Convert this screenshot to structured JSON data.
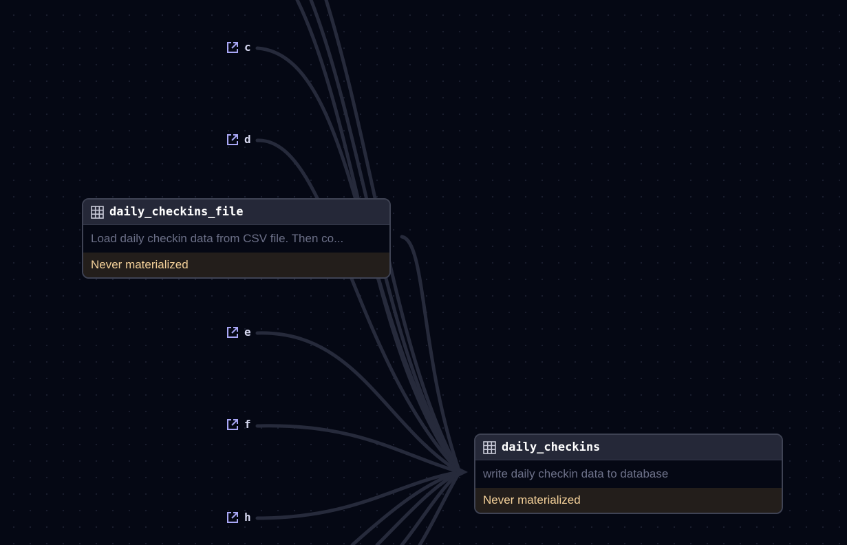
{
  "external_assets": [
    {
      "label": "c",
      "icon": "open-external-icon"
    },
    {
      "label": "d",
      "icon": "open-external-icon"
    },
    {
      "label": "e",
      "icon": "open-external-icon"
    },
    {
      "label": "f",
      "icon": "open-external-icon"
    },
    {
      "label": "h",
      "icon": "open-external-icon"
    }
  ],
  "nodes": {
    "daily_checkins_file": {
      "title": "daily_checkins_file",
      "icon": "table-icon",
      "description": "Load daily checkin data from CSV file. Then co...",
      "status": "Never materialized"
    },
    "daily_checkins": {
      "title": "daily_checkins",
      "icon": "table-icon",
      "description": "write daily checkin data to database",
      "status": "Never materialized"
    }
  },
  "colors": {
    "background": "#050814",
    "edge": "#2a2e40",
    "node_header": "#252838",
    "status_text": "#f4d19a",
    "status_bg": "#231e1b"
  }
}
